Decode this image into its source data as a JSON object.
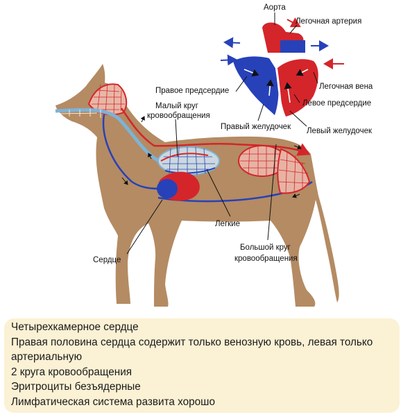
{
  "labels": {
    "aorta": "Аорта",
    "pulmonary_artery": "Легочная артерия",
    "right_atrium": "Правое предсердие",
    "pulmonary_vein": "Легочная вена",
    "left_atrium": "Левое предсердие",
    "right_ventricle": "Правый желудочек",
    "left_ventricle": "Левый желудочек",
    "small_circle_line1": "Малый круг",
    "small_circle_line2": "кровообращения",
    "lungs": "Легкие",
    "heart": "Сердце",
    "big_circle_line1": "Большой круг",
    "big_circle_line2": "кровообращения"
  },
  "facts": [
    "Четырехкамерное сердце",
    "Правая половина сердца содержит только венозную кровь, левая только",
    "артериальную",
    "2 круга кровообращения",
    "Эритроциты безъядерные",
    "Лимфатическая система развита хорошо"
  ],
  "colors": {
    "dog": "#b48b63",
    "arterial": "#d4252b",
    "venous": "#2741b9",
    "lymph": "#7fb2d6",
    "facts_bg": "#fbf1d4"
  }
}
